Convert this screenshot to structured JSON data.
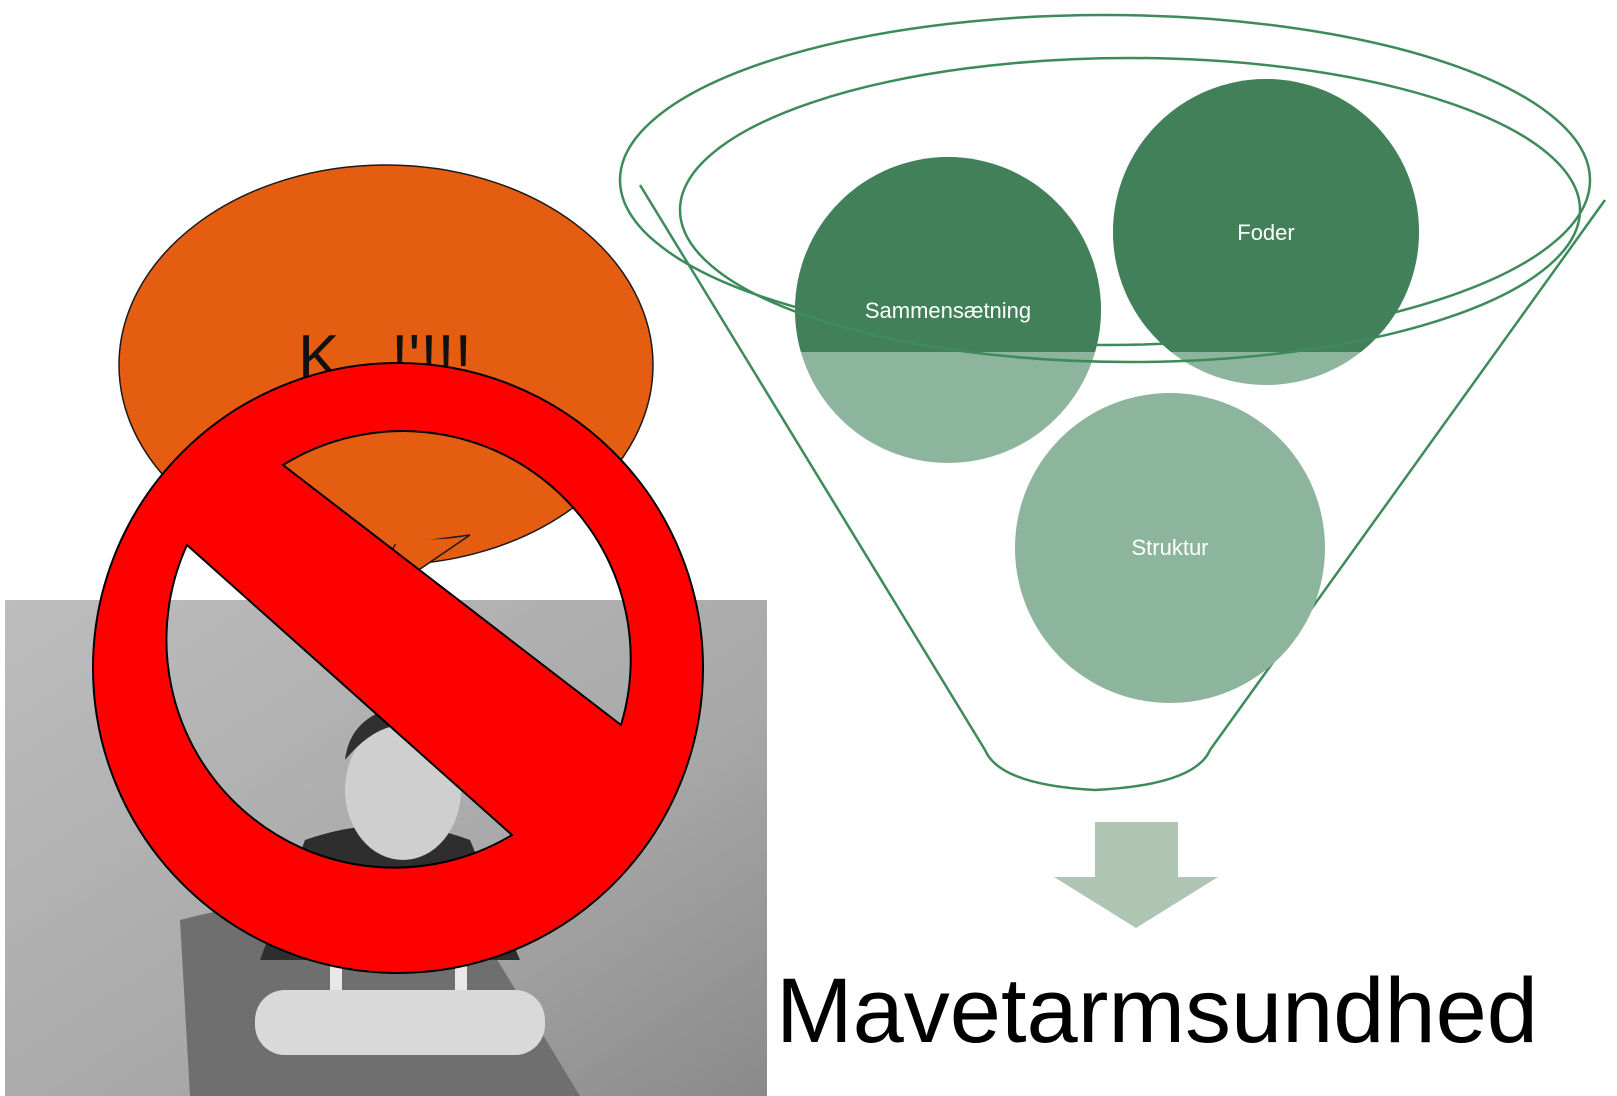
{
  "funnel": {
    "circles": [
      {
        "label": "Foder"
      },
      {
        "label": "Sammensætning"
      },
      {
        "label": "Struktur"
      }
    ]
  },
  "speech_bubble": {
    "text": "K...!'!!!"
  },
  "result": {
    "label": "Mavetarmsundhed"
  },
  "colors": {
    "dark_green": "#42805a",
    "light_green": "#8db49c",
    "funnel_outline": "#3d8a5a",
    "arrow": "#aec5b4",
    "bubble": "#e45d10",
    "prohibition": "#ff0000"
  }
}
